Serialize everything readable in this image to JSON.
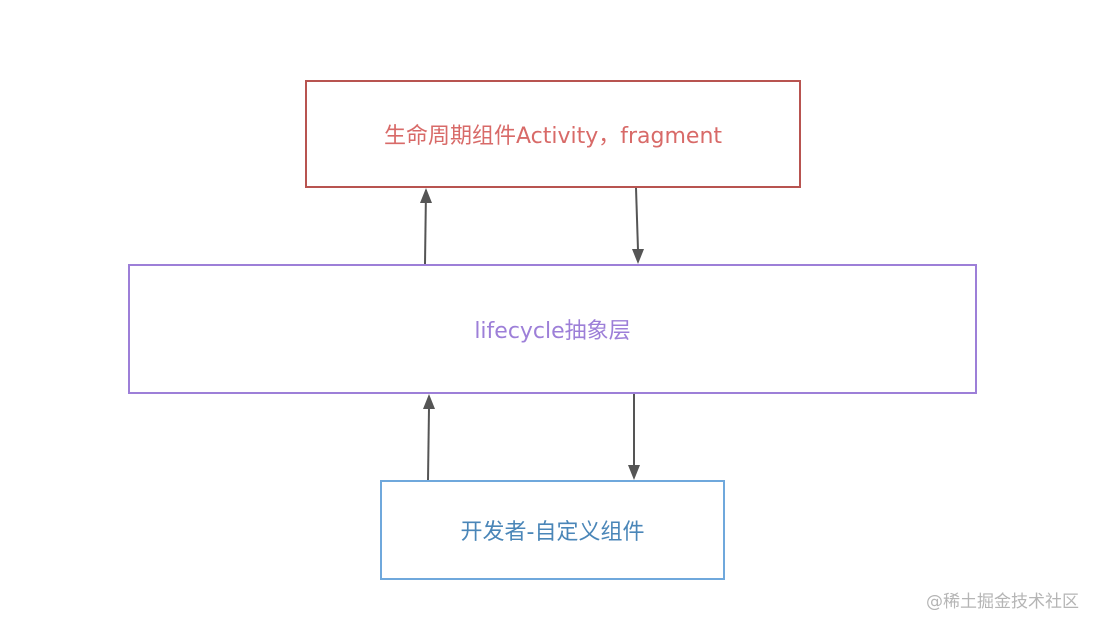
{
  "diagram": {
    "nodes": {
      "top": {
        "label": "生命周期组件Activity，fragment"
      },
      "middle": {
        "label": "lifecycle抽象层"
      },
      "bottom": {
        "label": "开发者-自定义组件"
      }
    },
    "edges": [
      {
        "from": "middle",
        "to": "top"
      },
      {
        "from": "top",
        "to": "middle"
      },
      {
        "from": "bottom",
        "to": "middle"
      },
      {
        "from": "middle",
        "to": "bottom"
      }
    ],
    "colors": {
      "top_border": "#b85450",
      "top_text": "#d86a68",
      "middle_border": "#9d7fd8",
      "middle_text": "#9d7fd8",
      "bottom_border": "#6fa8dc",
      "bottom_text": "#4a86b8",
      "arrow": "#555555"
    }
  },
  "watermark": "@稀土掘金技术社区"
}
